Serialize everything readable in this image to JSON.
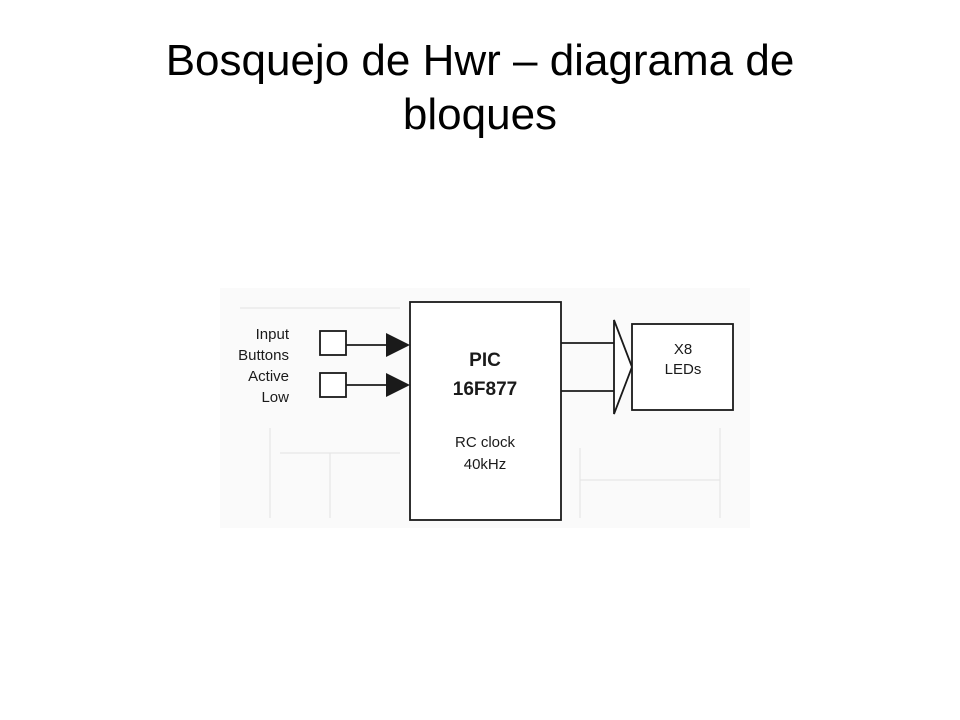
{
  "slide": {
    "title_line1": "Bosquejo de Hwr – diagrama de",
    "title_line2": "bloques"
  },
  "diagram": {
    "input_label": [
      "Input",
      "Buttons",
      "Active",
      "Low"
    ],
    "pic": {
      "name": "PIC",
      "model": "16F877",
      "clock_line1": "RC clock",
      "clock_line2": "40kHz"
    },
    "leds": {
      "line1": "X8",
      "line2": "LEDs"
    },
    "colors": {
      "ink": "#1a1a1a",
      "background": "#ffffff"
    }
  }
}
